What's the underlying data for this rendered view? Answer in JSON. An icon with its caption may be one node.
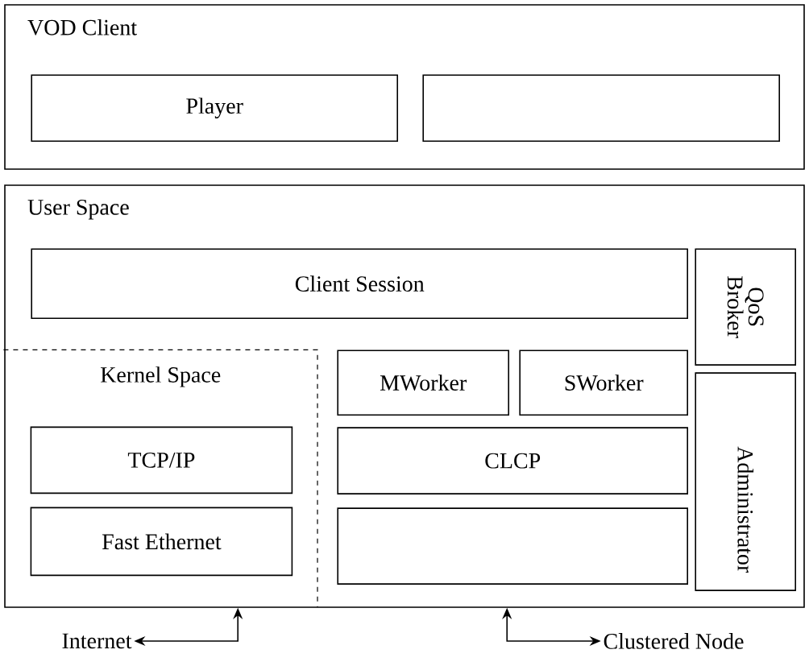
{
  "diagram": {
    "nodes": [
      {
        "text": [
          "VOD Client"
        ]
      },
      {
        "text": [
          "Player"
        ],
        "in": 0
      },
      {
        "text": [],
        "shape": "box",
        "in": 0
      },
      {
        "text": [
          "User Space"
        ]
      },
      {
        "text": [
          "Client Session"
        ],
        "in": 3
      },
      {
        "text": [
          "QoS Broker"
        ],
        "in": 3
      },
      {
        "text": [
          "Kernel Space"
        ],
        "in": 3
      },
      {
        "text": [
          "TCP/IP"
        ],
        "in": 6
      },
      {
        "text": [
          "Fast Ethernet"
        ],
        "in": 6
      },
      {
        "text": [
          "MWorker"
        ],
        "in": 3
      },
      {
        "text": [
          "SWorker"
        ],
        "in": 3
      },
      {
        "text": [
          "CLCP"
        ],
        "in": 3
      },
      {
        "text": [],
        "shape": "box",
        "in": 3
      },
      {
        "text": [
          "Administrator"
        ],
        "in": 3
      },
      {
        "text": [
          "Internet"
        ]
      },
      {
        "text": [
          "Clustered Node"
        ]
      }
    ],
    "edges": [
      {
        "from": 14,
        "to": 3,
        "arrow": "both"
      },
      {
        "from": 15,
        "to": 3,
        "arrow": "both"
      }
    ]
  }
}
